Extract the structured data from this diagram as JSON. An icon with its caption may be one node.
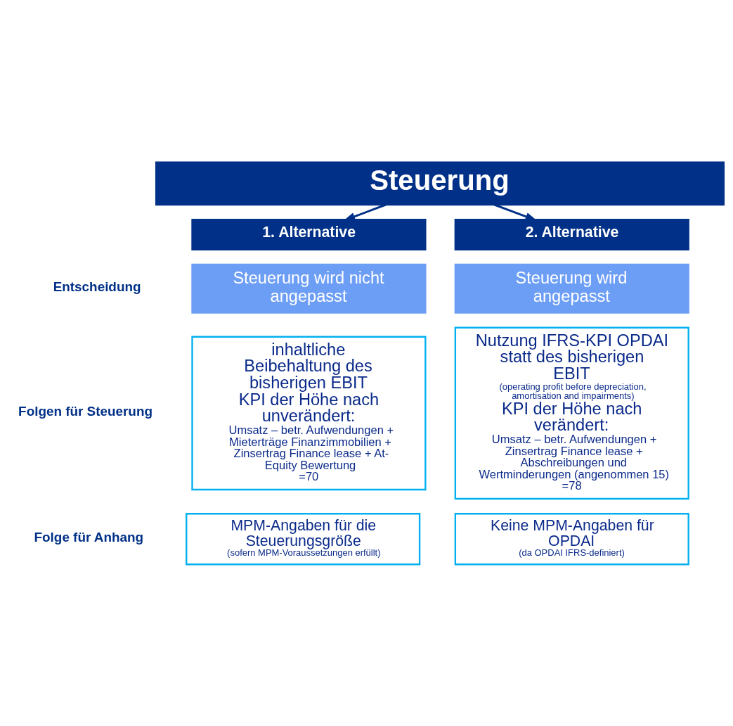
{
  "diagram": {
    "nodes": [
      {
        "text": [
          "Steuerung"
        ]
      },
      {
        "text": [
          "1. Alternative"
        ]
      },
      {
        "text": [
          "Steuerung wird nicht angepasst"
        ]
      },
      {
        "text": [
          "inhaltliche Beibehaltung des bisherigen EBIT",
          "KPI der Höhe nach unverändert:",
          "Umsatz – betr. Aufwendungen + Mieterträge Finanzimmobilien + Zinsertrag Finance lease + At-Equity Bewertung",
          "=70"
        ]
      },
      {
        "text": [
          "MPM-Angaben für die Steuerungsgröße",
          "(sofern MPM-Voraussetzungen erfüllt)"
        ]
      },
      {
        "text": [
          "2. Alternative"
        ]
      },
      {
        "text": [
          "Steuerung wird angepasst"
        ]
      },
      {
        "text": [
          "Nutzung IFRS-KPI OPDAI statt des bisherigen EBIT",
          "(operating profit before depreciation, amortisation and impairments)",
          "KPI der Höhe nach verändert:",
          "Umsatz – betr. Aufwendungen + Zinsertrag Finance lease + Abschreibungen und Wertminderungen (angenommen 15) =78"
        ]
      },
      {
        "text": [
          "Keine MPM-Angaben für OPDAI",
          "(da OPDAI IFRS-definiert)"
        ]
      }
    ],
    "edges": [
      {
        "from": 0,
        "to": 1,
        "arrow": "to"
      },
      {
        "from": 0,
        "to": 5,
        "arrow": "to"
      }
    ],
    "labels": [
      "Entscheidung",
      "Folgen für Steuerung",
      "Folge für Anhang"
    ]
  }
}
